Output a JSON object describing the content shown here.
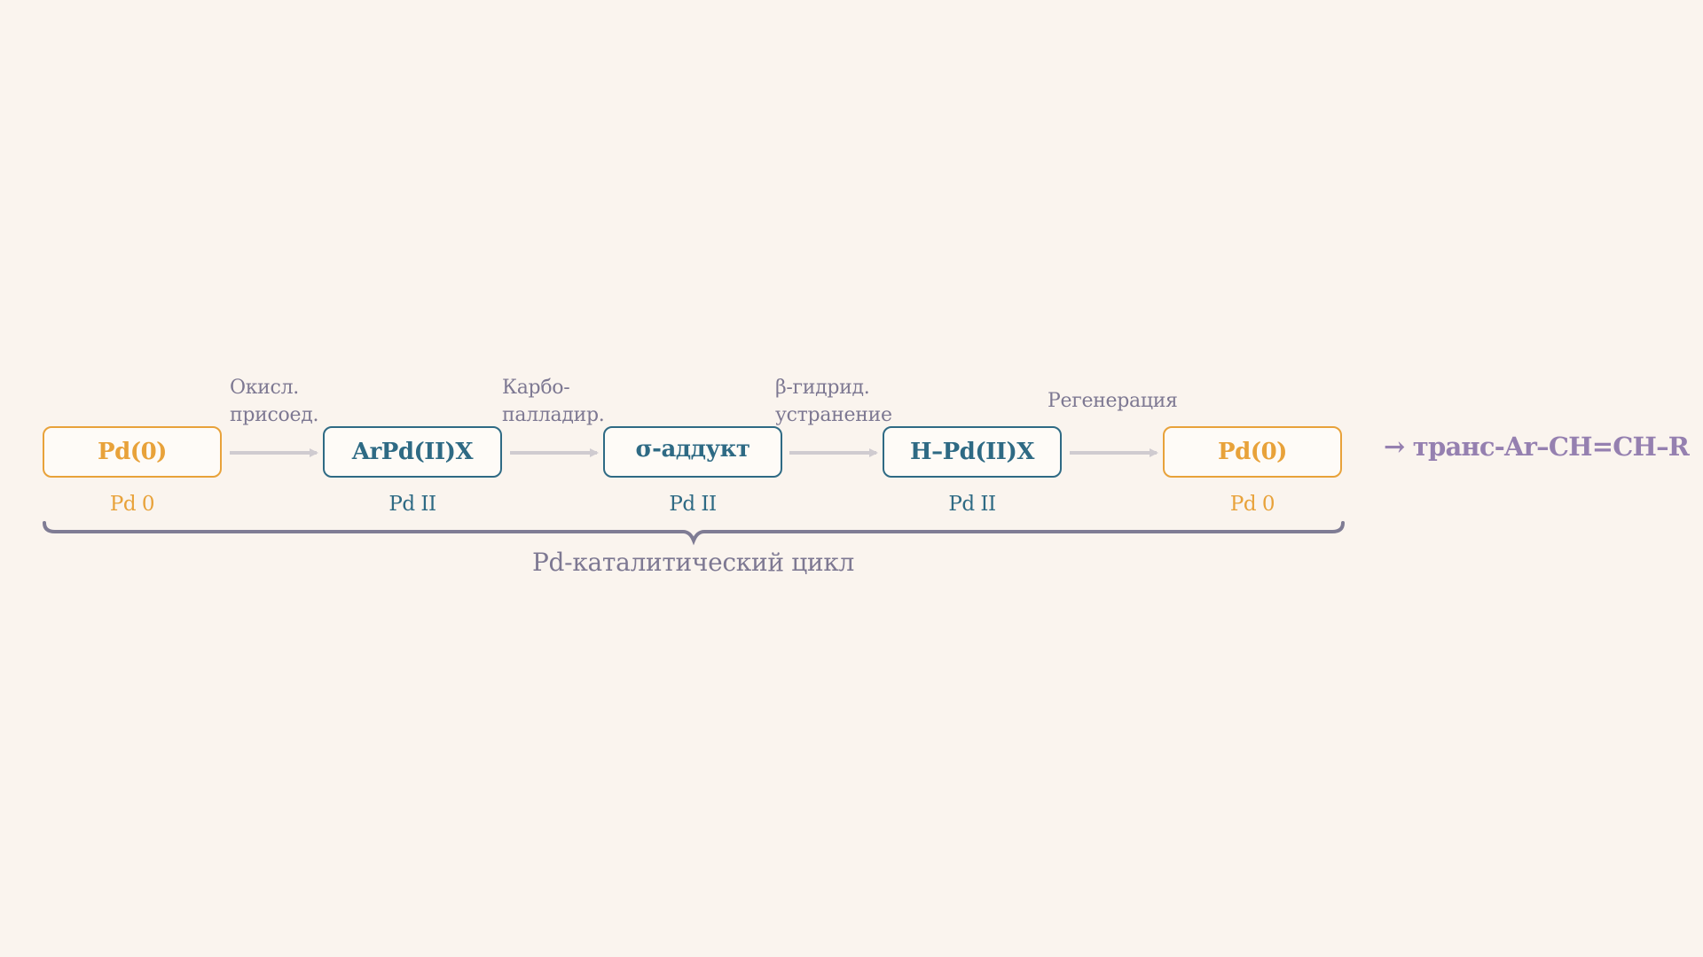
{
  "nodes": [
    {
      "label": "Pd(0)",
      "oxidation": "Pd 0"
    },
    {
      "label": "ArPd(II)X",
      "oxidation": "Pd II"
    },
    {
      "label": "σ-аддукт",
      "oxidation": "Pd II"
    },
    {
      "label": "H–Pd(II)X",
      "oxidation": "Pd II"
    },
    {
      "label": "Pd(0)",
      "oxidation": "Pd 0"
    }
  ],
  "steps": [
    {
      "line1": "Окисл.",
      "line2": "присоед."
    },
    {
      "line1": "Карбо-",
      "line2": "палладир."
    },
    {
      "line1": "β-гидрид.",
      "line2": "устранение"
    },
    {
      "line1": "Регенерация"
    }
  ],
  "product": "→ транс-Ar–CH=CH–R",
  "cycle_label": "Pd-каталитический цикл",
  "colors": {
    "pd0": "#e8a23a",
    "pd2": "#2e6a84",
    "arrow": "#cfcbd0",
    "brace": "#7f7c94",
    "product": "#9580b0",
    "background": "#faf4ee"
  }
}
